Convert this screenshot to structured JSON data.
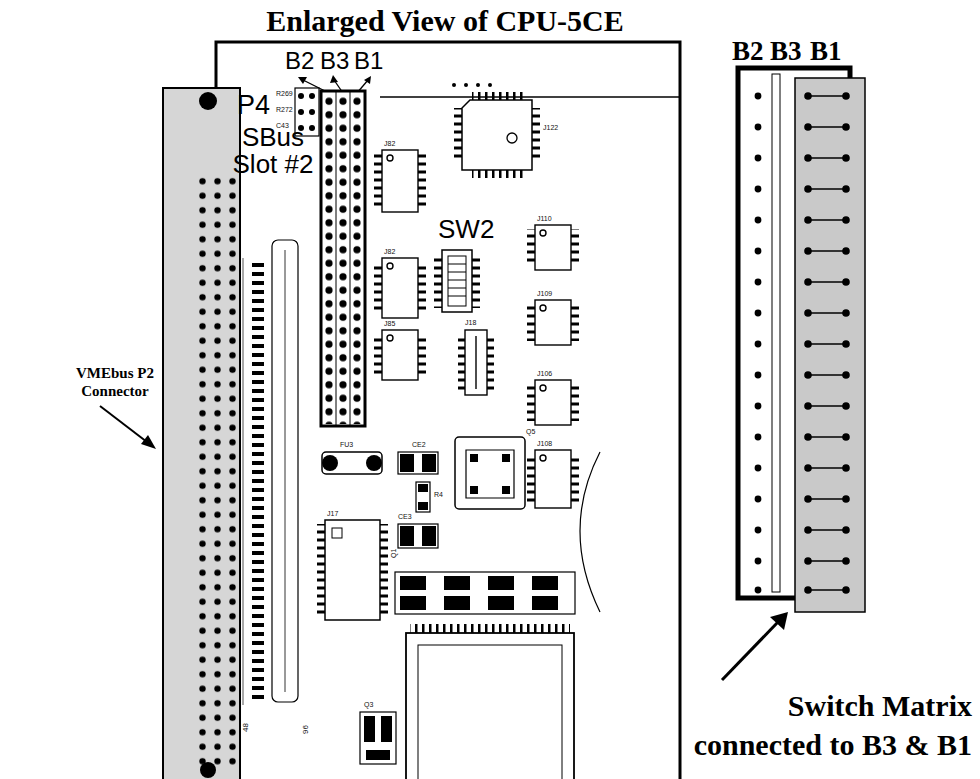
{
  "diagram": {
    "title": "Enlarged View of CPU-5CE",
    "labels": [
      "B2",
      "B3",
      "B1",
      "P4",
      "R269",
      "R272",
      "C43",
      "SBus Slot #2",
      "SW2",
      "J82",
      "J122",
      "J82",
      "J85",
      "J110",
      "J109",
      "J106",
      "J108",
      "J18",
      "FU3",
      "CE2",
      "J17",
      "CE3",
      "R4",
      "Q5",
      "Q1",
      "Q3",
      "48",
      "96",
      "VMEbus P2 Connector",
      "B2",
      "B3",
      "B1",
      "Switch Matrix connected to B3 & B1"
    ]
  }
}
